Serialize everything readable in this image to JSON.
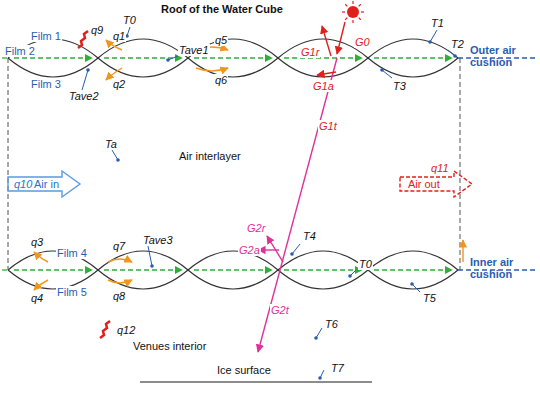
{
  "diagram": {
    "labels": [
      "Roof of the Water Cube",
      "T0",
      "Film 1",
      "Film 2",
      "Film 3",
      "q9",
      "q1",
      "Tave1",
      "q5",
      "q2",
      "q6",
      "Tave2",
      "G1r",
      "G0",
      "G1a",
      "T1",
      "T2",
      "T3",
      "Outer air cushion",
      "G1t",
      "Ta",
      "Air interlayer",
      "q10",
      "Air in",
      "q11",
      "Air out",
      "T4",
      "q3",
      "q7",
      "Tave3",
      "Film 4",
      "Film 5",
      "q4",
      "q8",
      "G2r",
      "G2a",
      "G2t",
      "T0",
      "T5",
      "Inner air cushion",
      "q12",
      "T6",
      "Venues interior",
      "Ice surface",
      "T7"
    ]
  }
}
